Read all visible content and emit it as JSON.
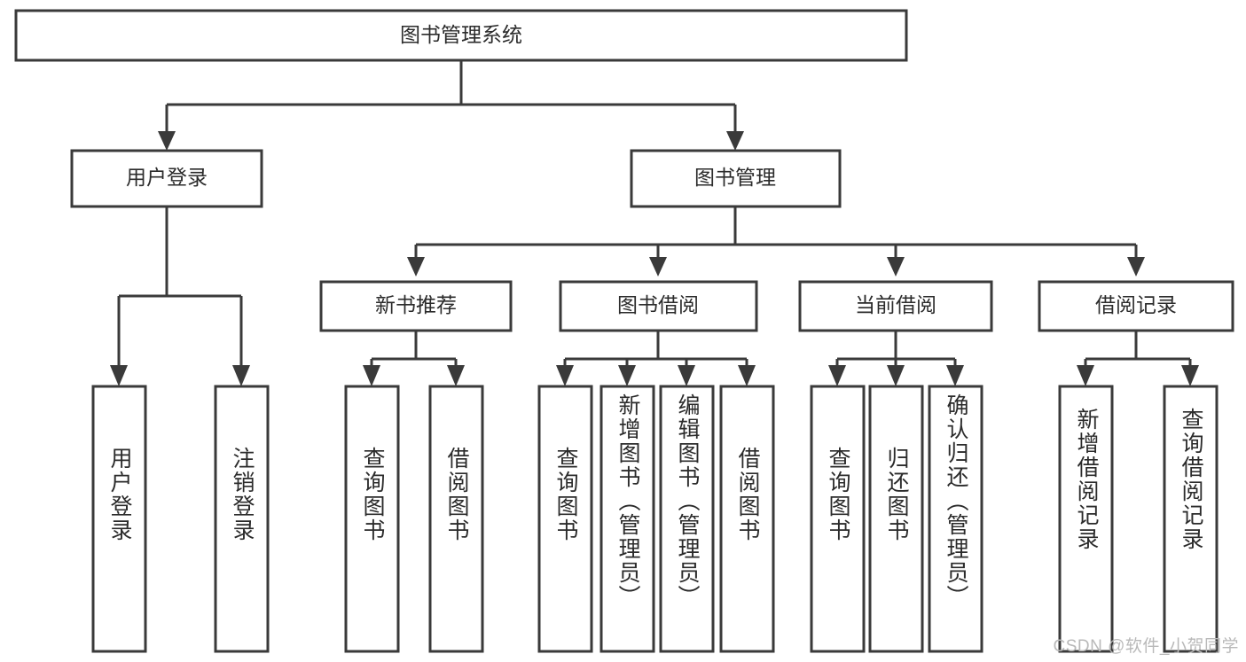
{
  "diagram": {
    "type": "tree-hierarchy",
    "title": "图书管理系统",
    "orientation": "top-down",
    "colors": {
      "box_stroke": "#3a3a3a",
      "box_fill": "#ffffff",
      "connector": "#3a3a3a",
      "text": "#2b2b2b",
      "watermark": "#b9b9b9",
      "background": "#ffffff"
    },
    "root": {
      "label": "图书管理系统"
    },
    "level2": [
      {
        "label": "用户登录"
      },
      {
        "label": "图书管理"
      }
    ],
    "level3": [
      {
        "label": "新书推荐"
      },
      {
        "label": "图书借阅"
      },
      {
        "label": "当前借阅"
      },
      {
        "label": "借阅记录"
      }
    ],
    "leaves": {
      "user_login": [
        {
          "label": "用户登录"
        },
        {
          "label": "注销登录"
        }
      ],
      "new_book_recommend": [
        {
          "label": "查询图书"
        },
        {
          "label": "借阅图书"
        }
      ],
      "book_borrow": [
        {
          "label": "查询图书"
        },
        {
          "label": "新增图书（管理员）"
        },
        {
          "label": "编辑图书（管理员）"
        },
        {
          "label": "借阅图书"
        }
      ],
      "current_borrow": [
        {
          "label": "查询图书"
        },
        {
          "label": "归还图书"
        },
        {
          "label": "确认归还（管理员）"
        }
      ],
      "borrow_record": [
        {
          "label": "新增借阅记录"
        },
        {
          "label": "查询借阅记录"
        }
      ]
    }
  },
  "watermark": {
    "text": "CSDN @软件_小贺同学"
  }
}
